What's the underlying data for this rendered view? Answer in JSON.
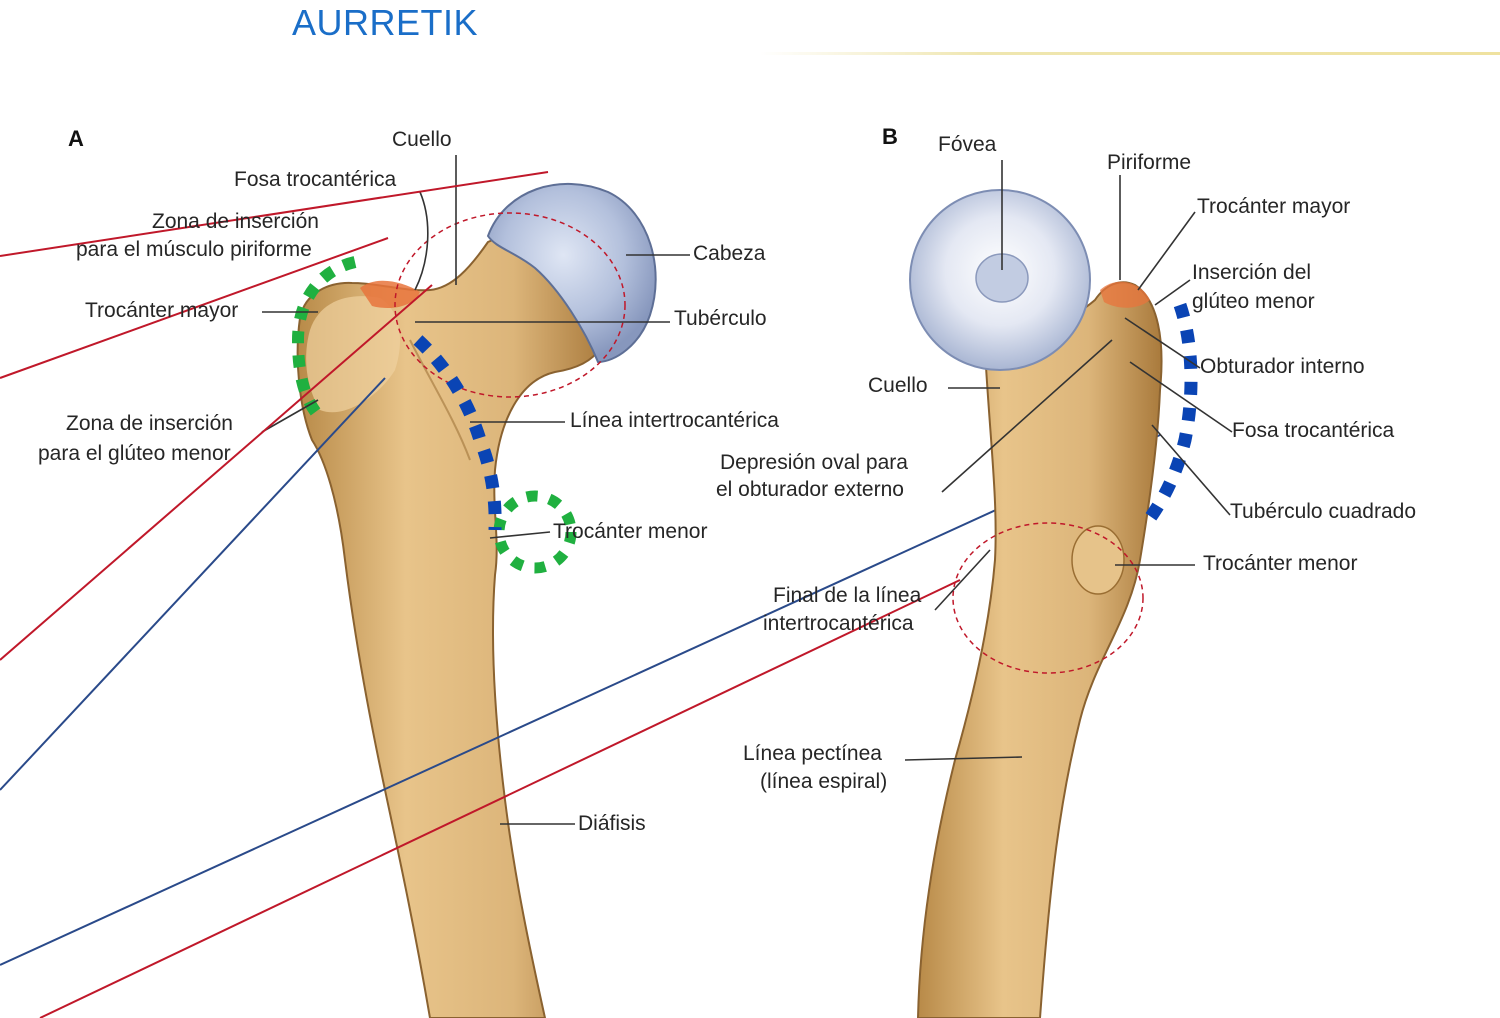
{
  "title": "AURRETIK",
  "colors": {
    "title": "#1a6ec8",
    "bone": "#dcb57a",
    "bone_shadow": "#b0823f",
    "cartilage": "#aab8d8",
    "red_line": "#c0182a",
    "blue_line": "#2a4a8a",
    "green_marker": "#20b040",
    "blue_marker": "#0a44b4"
  },
  "panel_a": {
    "letter": "A",
    "labels": {
      "cuello": "Cuello",
      "fosa_trocanterica": "Fosa trocantérica",
      "zona_piriforme_1": "Zona de inserción",
      "zona_piriforme_2": "para el músculo piriforme",
      "trocanter_mayor": "Trocánter mayor",
      "zona_gluteo_1": "Zona de inserción",
      "zona_gluteo_2": "para el glúteo menor",
      "cabeza": "Cabeza",
      "tuberculo": "Tubérculo",
      "linea_intertrocanterica": "Línea intertrocantérica",
      "trocanter_menor": "Trocánter menor",
      "diafisis": "Diáfisis"
    }
  },
  "panel_b": {
    "letter": "B",
    "labels": {
      "fovea": "Fóvea",
      "piriforme": "Piriforme",
      "trocanter_mayor": "Trocánter mayor",
      "insercion_gluteo_1": "Inserción del",
      "insercion_gluteo_2": "glúteo menor",
      "obturador_interno": "Obturador interno",
      "cuello": "Cuello",
      "fosa_trocanterica": "Fosa trocantérica",
      "depresion_1": "Depresión oval para",
      "depresion_2": "el obturador externo",
      "tuberculo_cuadrado": "Tubérculo cuadrado",
      "trocanter_menor": "Trocánter menor",
      "final_linea_1": "Final de la línea",
      "final_linea_2": "intertrocantérica",
      "linea_pectinea_1": "Línea pectínea",
      "linea_pectinea_2": "(línea espiral)"
    }
  }
}
